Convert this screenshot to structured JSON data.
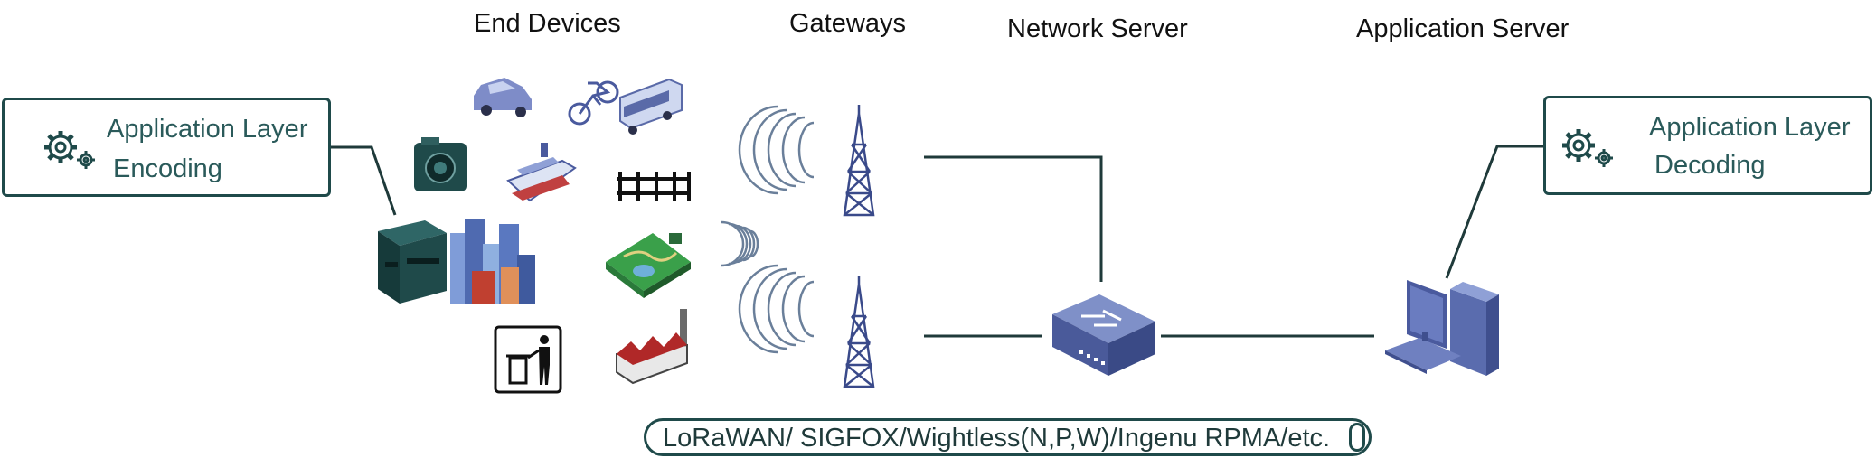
{
  "headers": {
    "end_devices": "End Devices",
    "gateways": "Gateways",
    "network_server": "Network Server",
    "application_server": "Application Server"
  },
  "encoding_box": {
    "line1": "Application Layer",
    "line2": "Encoding",
    "icon": "gears-icon"
  },
  "decoding_box": {
    "line1": "Application Layer",
    "line2": "Decoding",
    "icon": "gears-icon"
  },
  "protocols_label": "LoRaWAN/ SIGFOX/Wightless(N,P,W)/Ingenu RPMA/etc.",
  "end_device_icons": [
    "car-icon",
    "bicycle-icon",
    "bus-icon",
    "camera-icon",
    "ship-icon",
    "fence-icon",
    "printer-icon",
    "city-icon",
    "park-map-icon",
    "trash-bin-icon",
    "factory-icon"
  ],
  "gateway_icons": [
    "radio-tower-icon",
    "radio-tower-icon"
  ],
  "network_server_icon": "network-switch-icon",
  "application_server_icon": "desktop-computer-icon",
  "colors": {
    "box_border": "#1f4a4a",
    "box_text": "#2a5a5a",
    "tower": "#3a4a8a",
    "signal": "#6a7f9a",
    "link": "#1f3a3a"
  }
}
